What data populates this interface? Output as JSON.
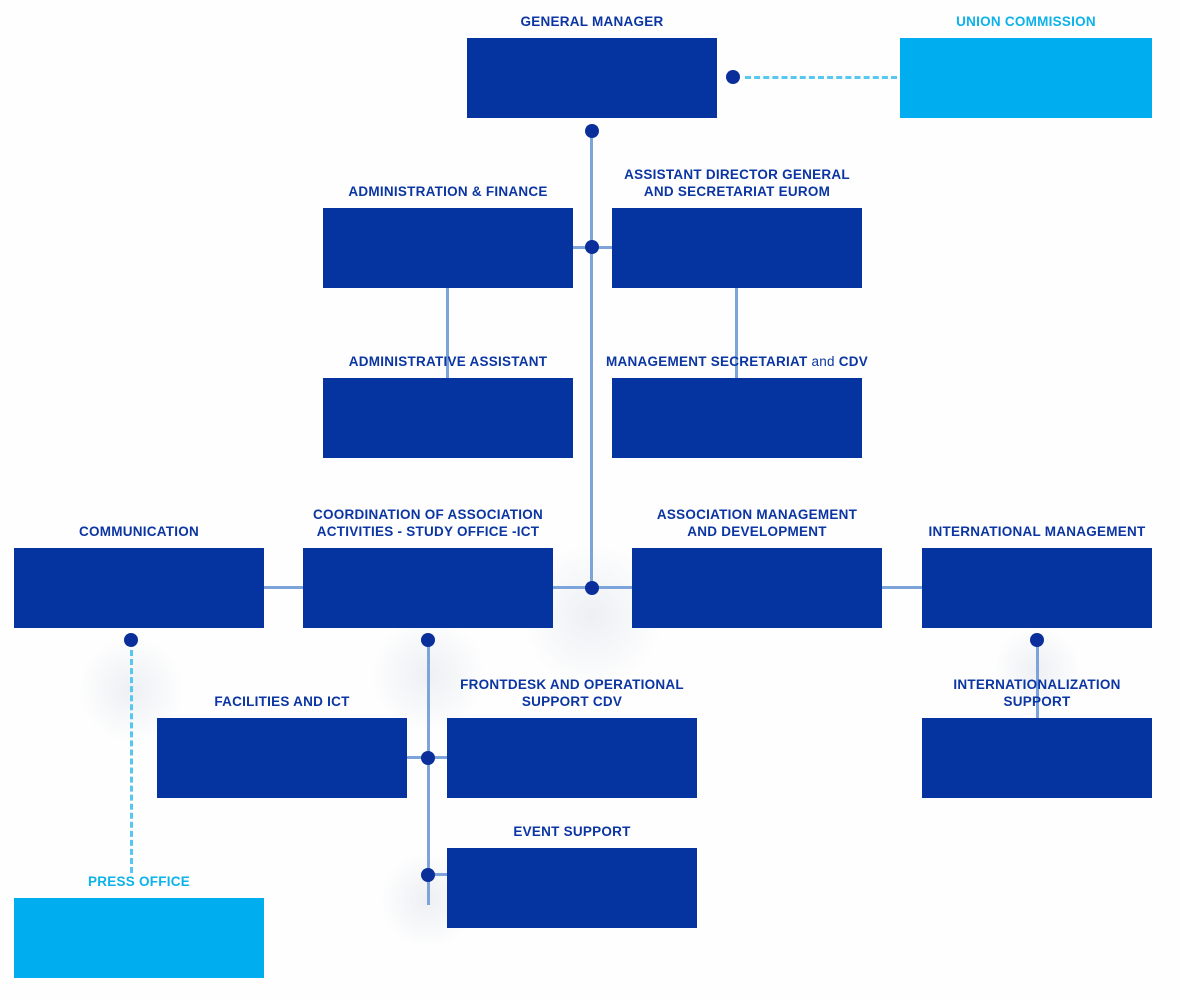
{
  "colors": {
    "box_primary": "#0533A0",
    "box_accent": "#00AEEF",
    "label_primary": "#0B35A2",
    "label_accent": "#0CB2EA",
    "connector": "#7CA4DA",
    "connector_dashed": "#55C7F0",
    "dot": "#0A2F9B"
  },
  "nodes": {
    "general_manager": {
      "label": "GENERAL MANAGER"
    },
    "union_commission": {
      "label": "UNION COMMISSION"
    },
    "administration_finance": {
      "label": "ADMINISTRATION & FINANCE"
    },
    "assistant_director_general": {
      "label": "ASSISTANT DIRECTOR GENERAL\nAND SECRETARIAT EUROM"
    },
    "administrative_assistant": {
      "label": "ADMINISTRATIVE ASSISTANT"
    },
    "management_secretariat": {
      "label_main": "MANAGEMENT SECRETARIAT",
      "label_connector": "and",
      "label_suffix": "CDV"
    },
    "communication": {
      "label": "COMMUNICATION"
    },
    "coordination": {
      "label": "COORDINATION OF ASSOCIATION\nACTIVITIES - STUDY OFFICE -ICT"
    },
    "association_management": {
      "label": "ASSOCIATION MANAGEMENT\nAND DEVELOPMENT"
    },
    "international_management": {
      "label": "INTERNATIONAL MANAGEMENT"
    },
    "facilities_ict": {
      "label": "FACILITIES AND ICT"
    },
    "frontdesk": {
      "label": "FRONTDESK AND OPERATIONAL\nSUPPORT CDV"
    },
    "internationalization_support": {
      "label": "INTERNATIONALIZATION\nSUPPORT"
    },
    "event_support": {
      "label": "EVENT SUPPORT"
    },
    "press_office": {
      "label": "PRESS OFFICE"
    }
  }
}
